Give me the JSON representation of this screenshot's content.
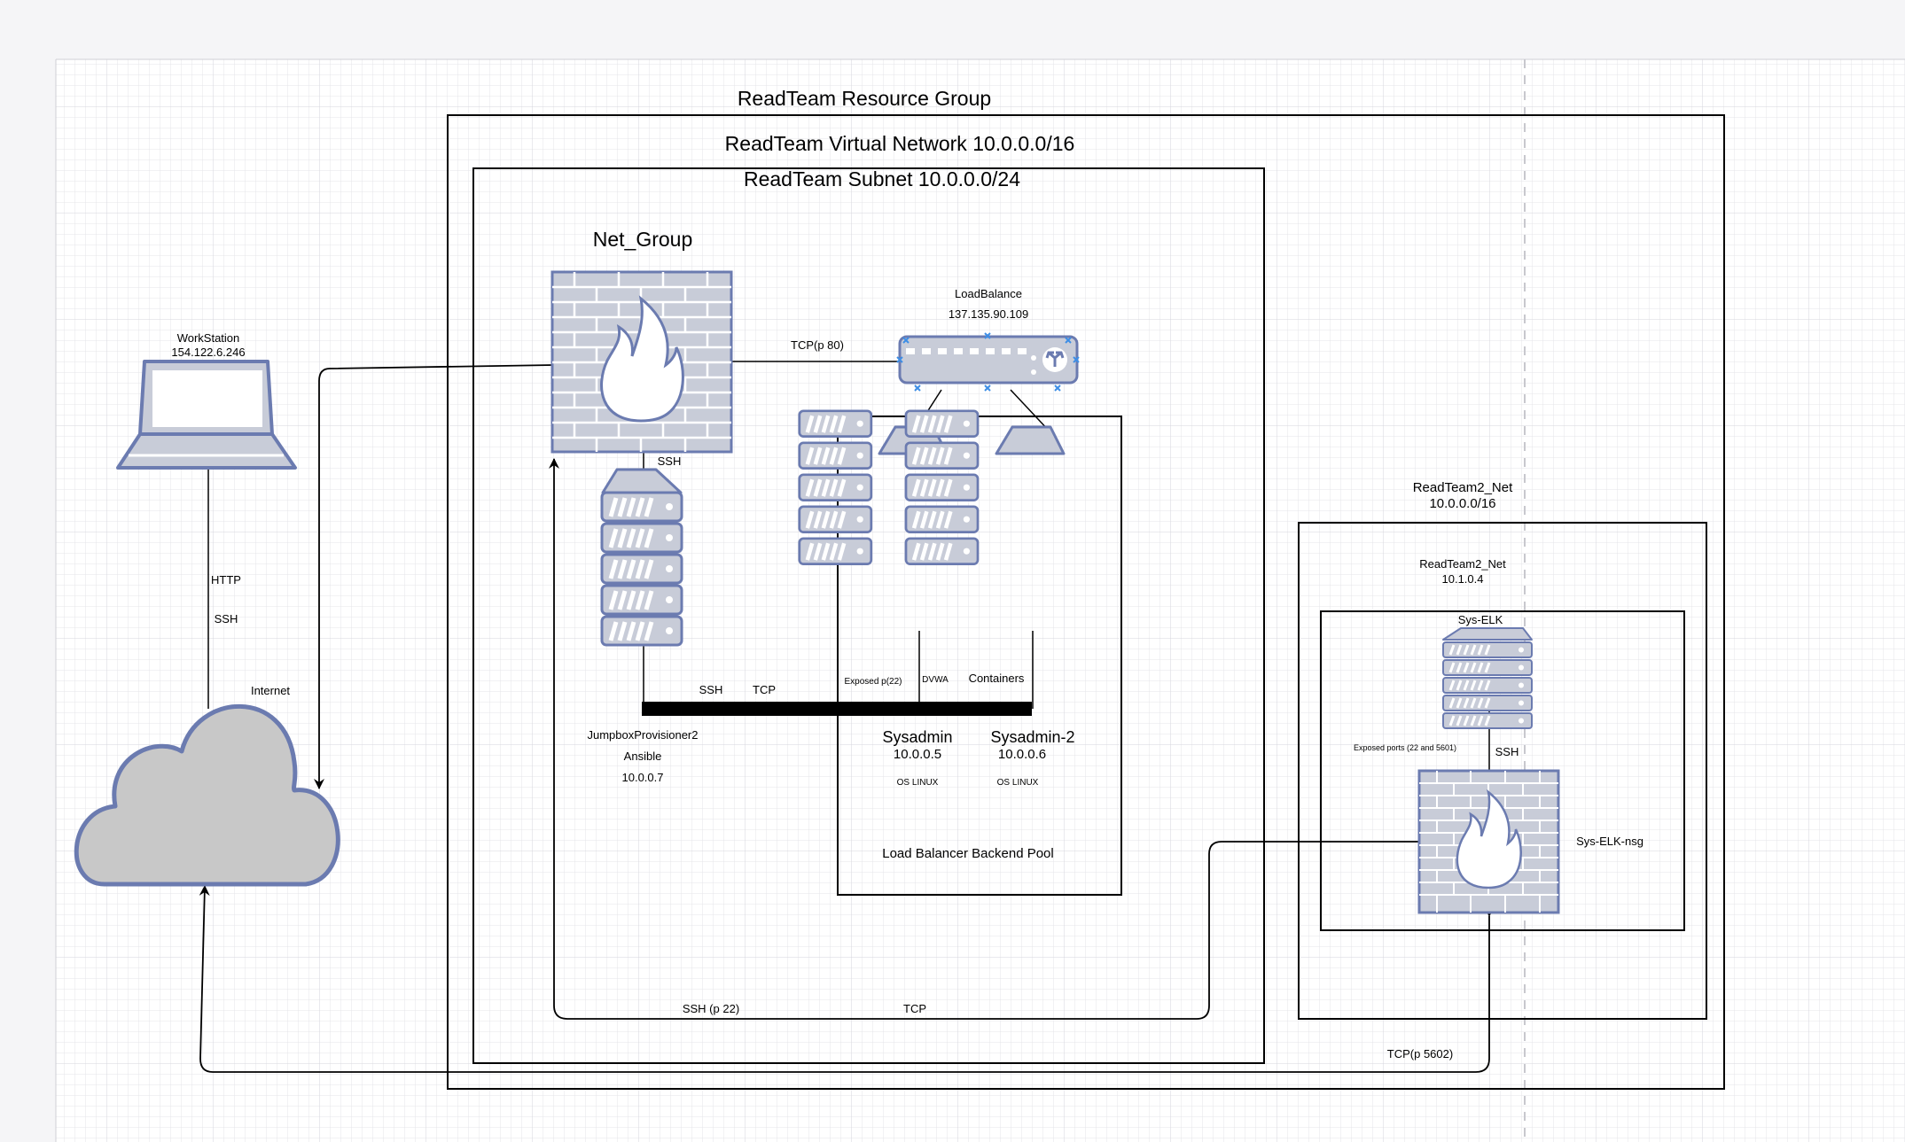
{
  "diagram": {
    "resource_group": "ReadTeam Resource Group",
    "vnet": "ReadTeam Virtual Network 10.0.0.0/16",
    "subnet": "ReadTeam Subnet 10.0.0.0/24",
    "net_group": "Net_Group",
    "workstation": {
      "name": "WorkStation",
      "ip": "154.122.6.246"
    },
    "http_label": "HTTP",
    "ssh_label_ws": "SSH",
    "internet_label": "Internet",
    "firewall_ssh_label": "SSH",
    "tcp_p80": "TCP(p 80)",
    "loadbalancer": {
      "name": "LoadBalance",
      "ip": "137.135.90.109"
    },
    "jumpbox": {
      "name": "JumpboxProvisioner2",
      "sub": "Ansible",
      "ip": "10.0.0.7"
    },
    "bus_ssh": "SSH",
    "bus_tcp": "TCP",
    "exposed_p22": "Exposed p(22)",
    "dvwa": "DVWA",
    "containers": "Containers",
    "sysadmin1": {
      "name": "Sysadmin",
      "ip": "10.0.0.5",
      "os": "OS LINUX"
    },
    "sysadmin2": {
      "name": "Sysadmin-2",
      "ip": "10.0.0.6",
      "os": "OS LINUX"
    },
    "backend_pool": "Load Balancer Backend Pool",
    "rt2_net_title": "ReadTeam2_Net",
    "rt2_net_cidr": "10.0.0.0/16",
    "rt2_inner_title": "ReadTeam2_Net",
    "rt2_inner_ip": "10.1.0.4",
    "sys_elk": "Sys-ELK",
    "exposed_ports": "Exposed ports (22 and 5601)",
    "elk_ssh": "SSH",
    "sys_elk_nsg": "Sys-ELK-nsg",
    "ssh_p22": "SSH (p 22)",
    "bottom_tcp": "TCP",
    "tcp_p5602": "TCP(p 5602)"
  },
  "colors": {
    "icon_fill": "#c8ccd8",
    "icon_stroke": "#6b7bb0",
    "cloud_fill": "#c8c8c8",
    "grid": "#e2e2e6",
    "accent_x": "#3d8ee6"
  }
}
